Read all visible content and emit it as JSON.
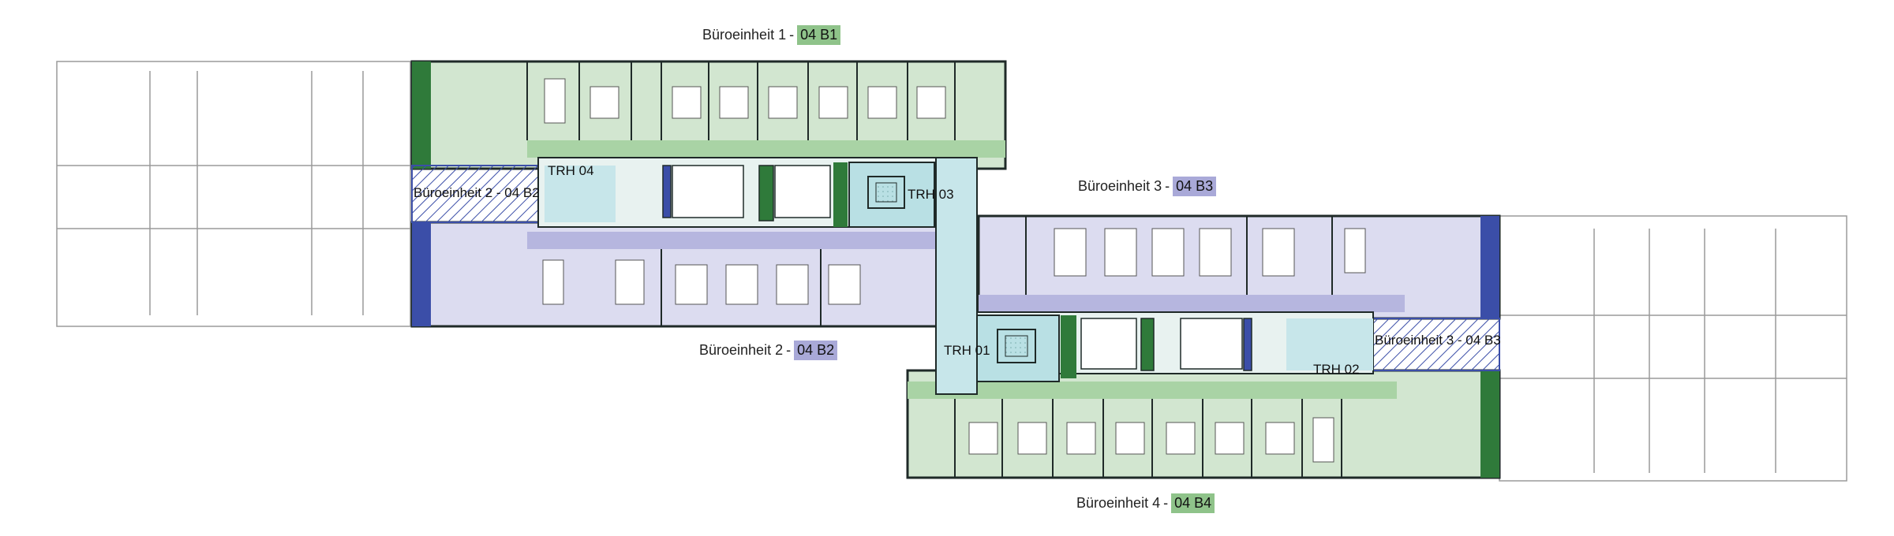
{
  "colors": {
    "unit_green": "#d2e6d0",
    "unit_blue": "#dcdcf0",
    "core_teal": "#c7e6ea",
    "corridor_green": "#a9d3a5",
    "corridor_blue": "#b6b6df",
    "facade_green": "#2f7a3a",
    "facade_blue": "#3b4ea8",
    "tag_green": "#8fc38a",
    "tag_blue": "#a9a9d8",
    "wall": "#1f2a28"
  },
  "units": [
    {
      "id": "b1",
      "name": "Büroeinheit 1",
      "code": "04 B1",
      "tone": "green"
    },
    {
      "id": "b2",
      "name": "Büroeinheit 2",
      "code": "04 B2",
      "tone": "blue"
    },
    {
      "id": "b3",
      "name": "Büroeinheit 3",
      "code": "04 B3",
      "tone": "blue"
    },
    {
      "id": "b4",
      "name": "Büroeinheit 4",
      "code": "04 B4",
      "tone": "green"
    }
  ],
  "stair_labels": {
    "trh01": "TRH 01",
    "trh02": "TRH 02",
    "trh03": "TRH 03",
    "trh04": "TRH 04"
  },
  "hatch_labels": {
    "west": "Büroeinheit 2 - 04 B2",
    "east": "Büroeinheit 3 - 04 B3"
  }
}
